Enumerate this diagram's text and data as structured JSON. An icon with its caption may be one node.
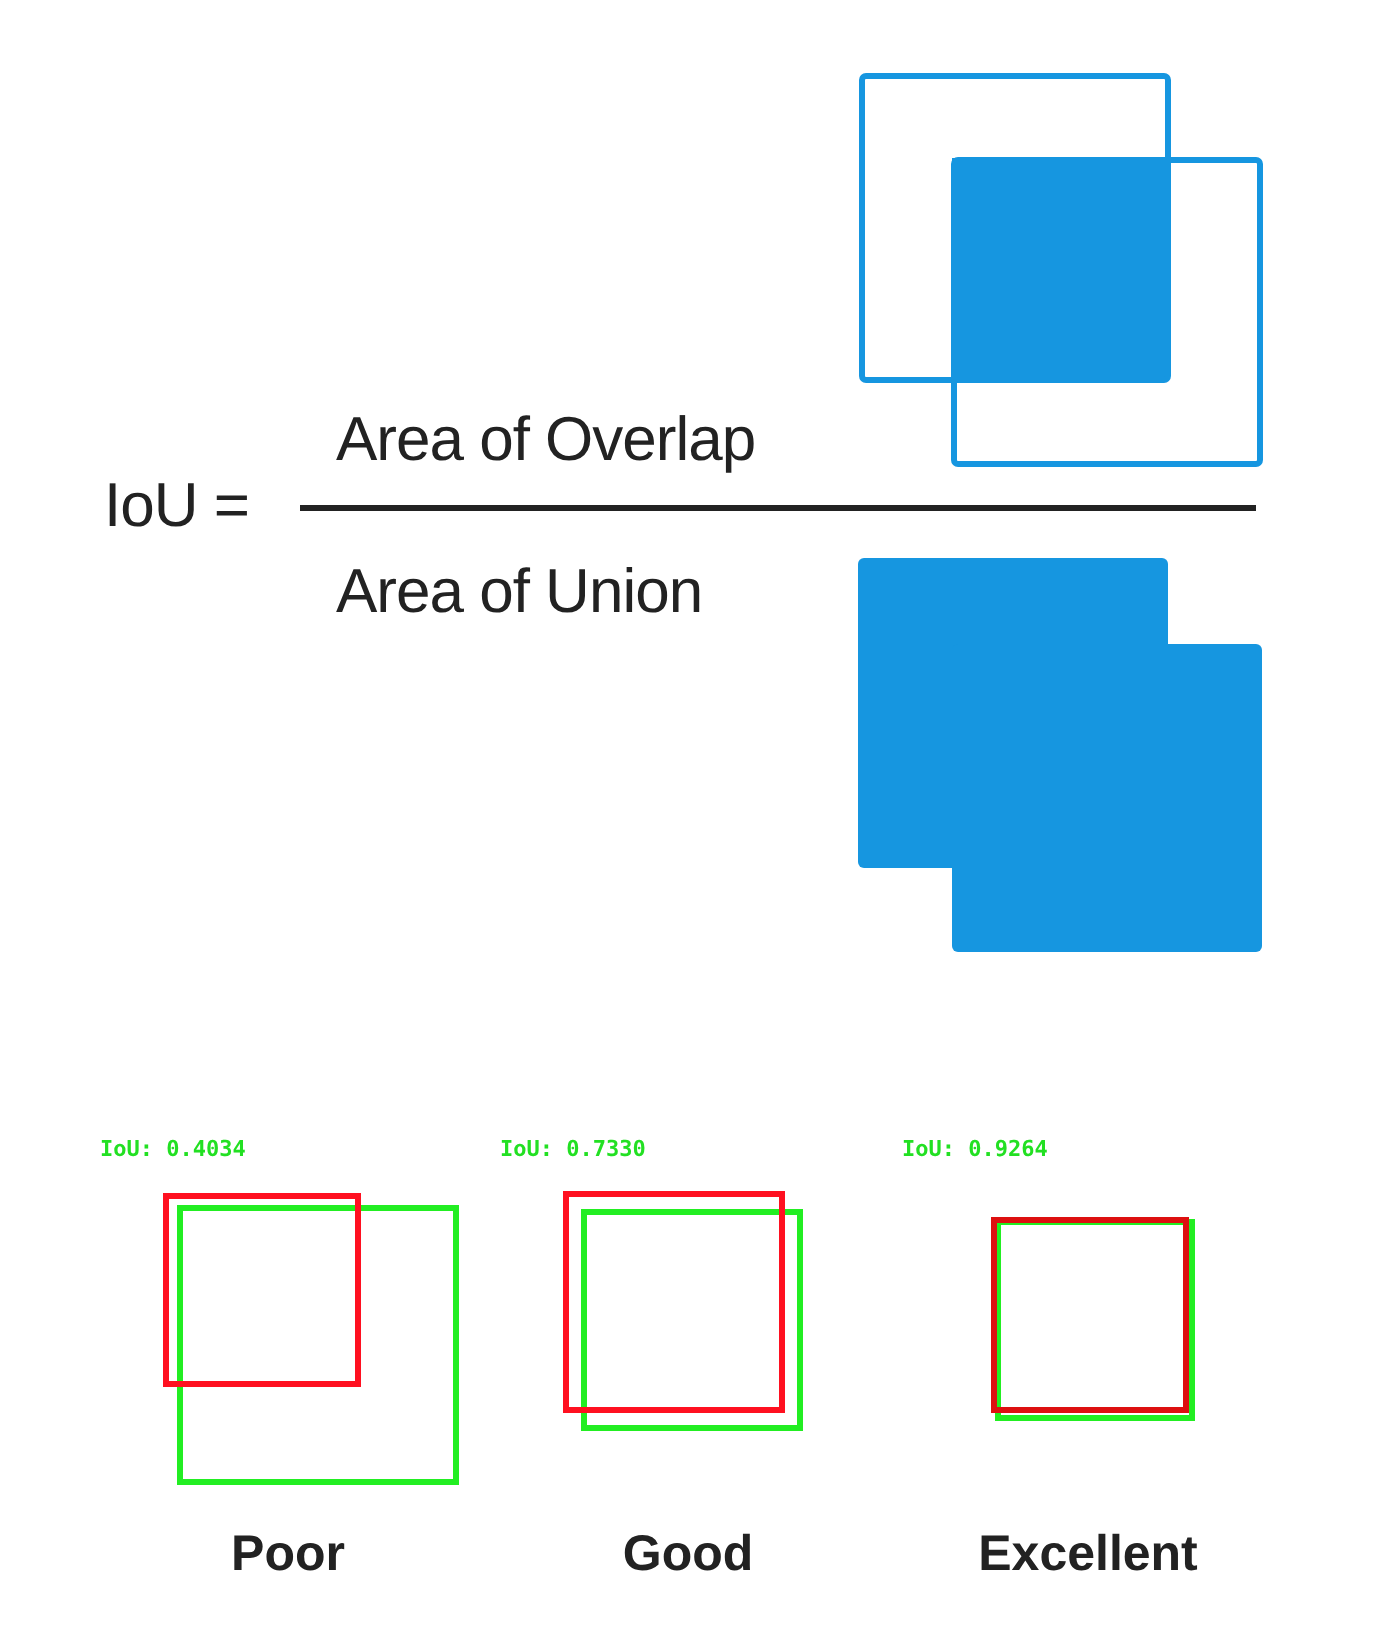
{
  "diagram": {
    "labels": [
      "IoU =",
      "Area of Overlap",
      "Area of Union",
      "IoU: 0.4034",
      "IoU: 0.7330",
      "IoU: 0.9264",
      "Poor",
      "Good",
      "Excellent"
    ]
  }
}
